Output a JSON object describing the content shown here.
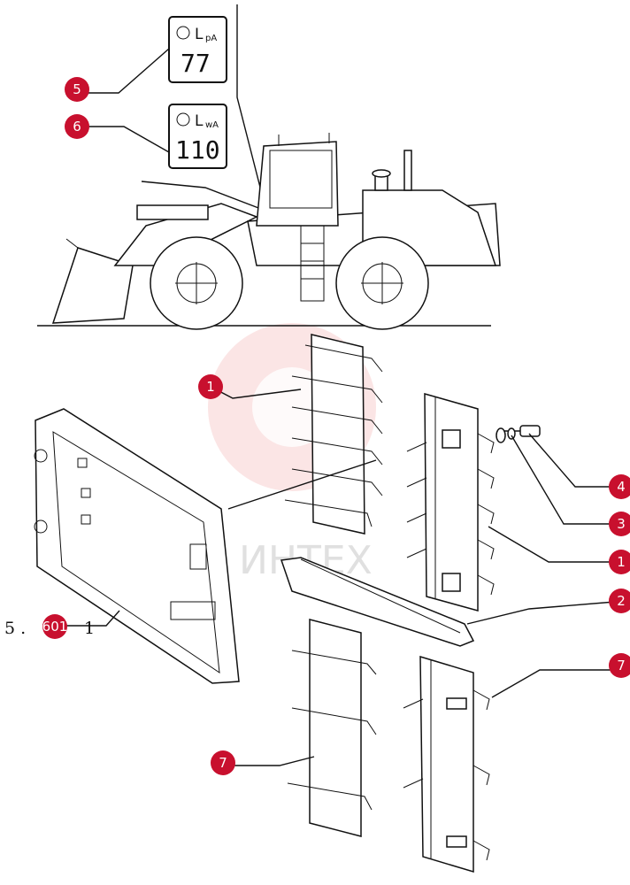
{
  "labels": {
    "lpa": {
      "symbol": "L",
      "sub": "pA",
      "value": "77"
    },
    "lwa": {
      "symbol": "L",
      "sub": "wA",
      "value": "110"
    }
  },
  "callouts": {
    "c5": "5",
    "c6": "6",
    "c1a": "1",
    "c1b": "1",
    "c2": "2",
    "c3": "3",
    "c4": "4",
    "c7a": "7",
    "c7b": "7"
  },
  "reference": {
    "prefix": "5 .",
    "badge": "601",
    "suffix": "1"
  },
  "watermark": "ИНТЕХ",
  "colors": {
    "callout": "#c8102e",
    "line": "#111111"
  }
}
